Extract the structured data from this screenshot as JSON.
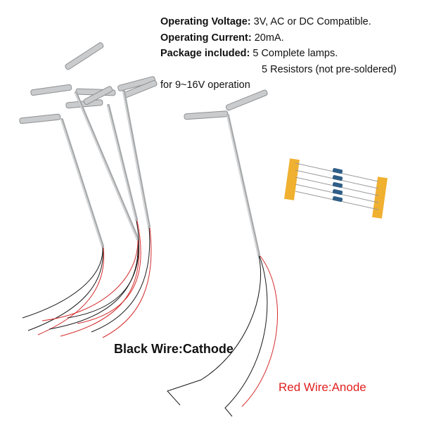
{
  "specs": {
    "voltage_label": "Operating Voltage:",
    "voltage_value": "3V, AC or DC Compatible.",
    "current_label": "Operating Current:",
    "current_value": "20mA.",
    "package_label": "Package included:",
    "package_value_1": "5 Complete lamps.",
    "package_value_2": "5 Resistors (not pre-soldered)",
    "package_value_3": "for 9~16V operation"
  },
  "callouts": {
    "black_wire": "Black Wire:Cathode",
    "red_wire": "Red Wire:Anode"
  },
  "colors": {
    "pole": "#b9bbbc",
    "pole_edge": "#8e9193",
    "wire_black": "#1a1a1a",
    "wire_red": "#d42a2a",
    "tape": "#f0b030",
    "resistor_body": "#2f5e86",
    "red_label": "#e02020"
  }
}
